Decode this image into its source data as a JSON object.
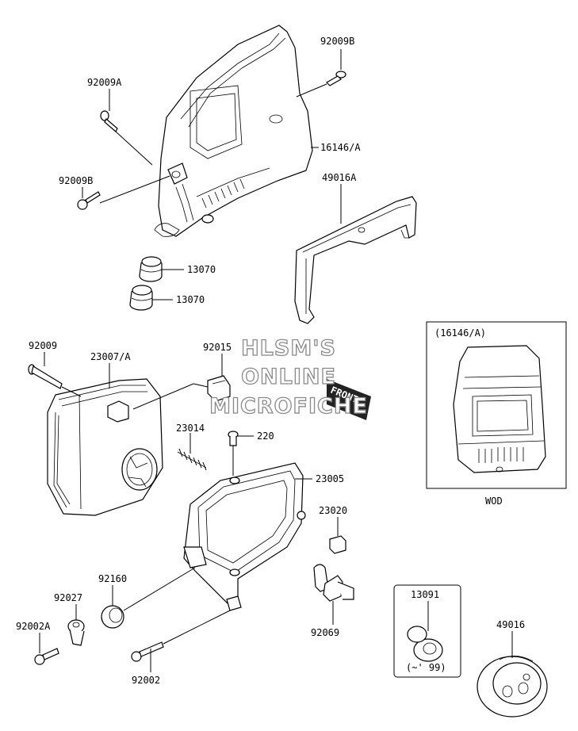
{
  "labels": {
    "p92009B_top": "92009B",
    "p92009A": "92009A",
    "p16146A": "16146/A",
    "p92009B_mid": "92009B",
    "p49016A": "49016A",
    "p13070_1": "13070",
    "p13070_2": "13070",
    "p92009": "92009",
    "p23007A": "23007/A",
    "p92015": "92015",
    "p23014": "23014",
    "p220": "220",
    "p23005": "23005",
    "p23020": "23020",
    "p92160": "92160",
    "p92027": "92027",
    "p92002A": "92002A",
    "p92002": "92002",
    "p92069": "92069",
    "p13091": "13091",
    "p49016": "49016"
  },
  "inset": {
    "ref": "(16146/A)",
    "caption": "WOD"
  },
  "inset_small": {
    "note": "(~' 99)"
  },
  "front_tag": "FRONT",
  "watermark": {
    "line1": "HLSM'S",
    "line2": "ONLINE",
    "line3": "MICROFICHE"
  }
}
